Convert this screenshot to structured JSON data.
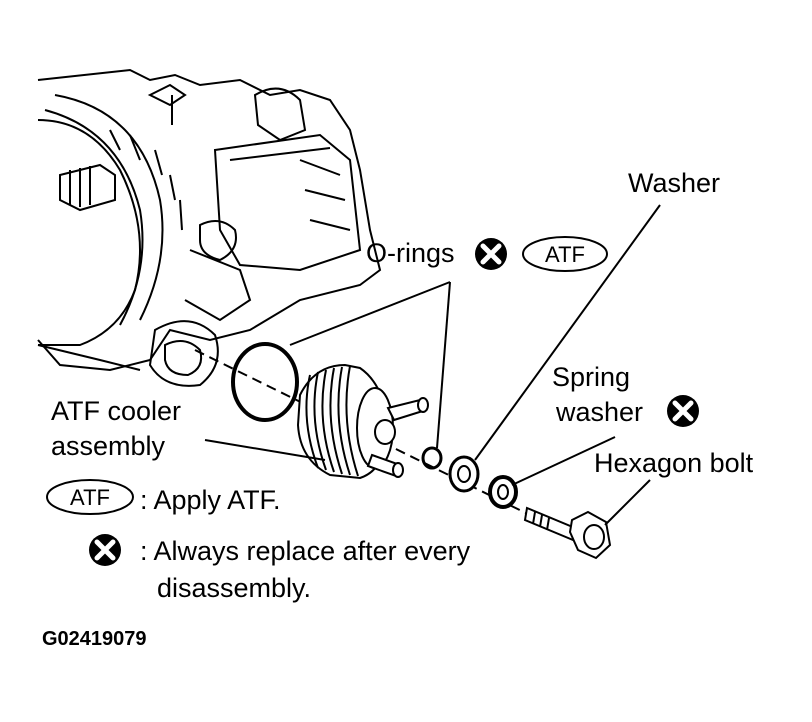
{
  "labels": {
    "washer": "Washer",
    "o_rings": "O-rings",
    "spring_line1": "Spring",
    "spring_line2": "washer",
    "hex_bolt": "Hexagon bolt",
    "atf_cooler_line1": "ATF cooler",
    "atf_cooler_line2": "assembly",
    "legend_atf_desc": ": Apply ATF.",
    "legend_x_desc_line1": ": Always replace after every",
    "legend_x_desc_line2": "disassembly.",
    "figure_id": "G02419079"
  },
  "badges": {
    "atf_badge_text": "ATF"
  },
  "icons": {
    "replace_symbol": "x-circle-icon",
    "atf_symbol": "atf-oval-icon"
  },
  "colors": {
    "ink": "#000000",
    "paper": "#ffffff"
  }
}
